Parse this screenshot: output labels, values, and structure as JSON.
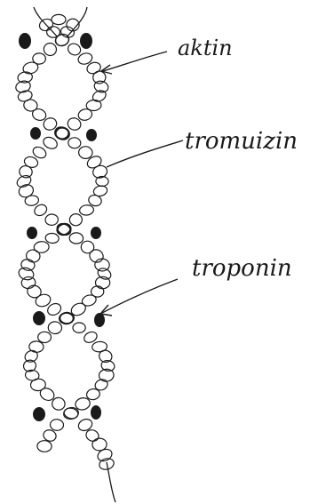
{
  "labels": {
    "actin": "aktin",
    "tropomyosin": "tromuizin",
    "troponin": "troponin"
  },
  "colors": {
    "ink": "#1a1a1a",
    "paper": "#ffffff"
  }
}
